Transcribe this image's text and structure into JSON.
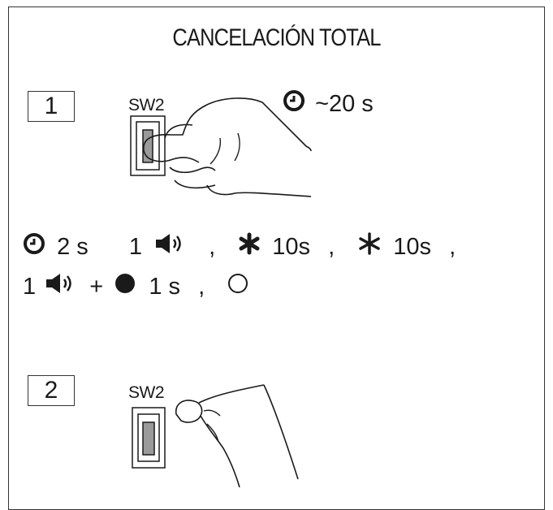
{
  "title": "CANCELACIÓN TOTAL",
  "step1": {
    "number": "1",
    "switch_label": "SW2",
    "hold_time": "~20 s"
  },
  "sequence": {
    "line1": {
      "time": "2 s",
      "beep_count": "1",
      "comma": ",",
      "star1_time": "10s",
      "star2_time": "10s"
    },
    "line2": {
      "beep_count": "1",
      "plus": "+",
      "dot_time": "1 s",
      "comma": ","
    }
  },
  "step2": {
    "number": "2",
    "switch_label": "SW2"
  },
  "colors": {
    "stroke": "#1a1a1a",
    "switch_fill": "#9a9a9a"
  },
  "icons": [
    "clock-icon",
    "speaker-icon",
    "blink-star-icon",
    "steady-star-icon",
    "led-on-icon",
    "led-off-icon",
    "hand-press-icon"
  ]
}
